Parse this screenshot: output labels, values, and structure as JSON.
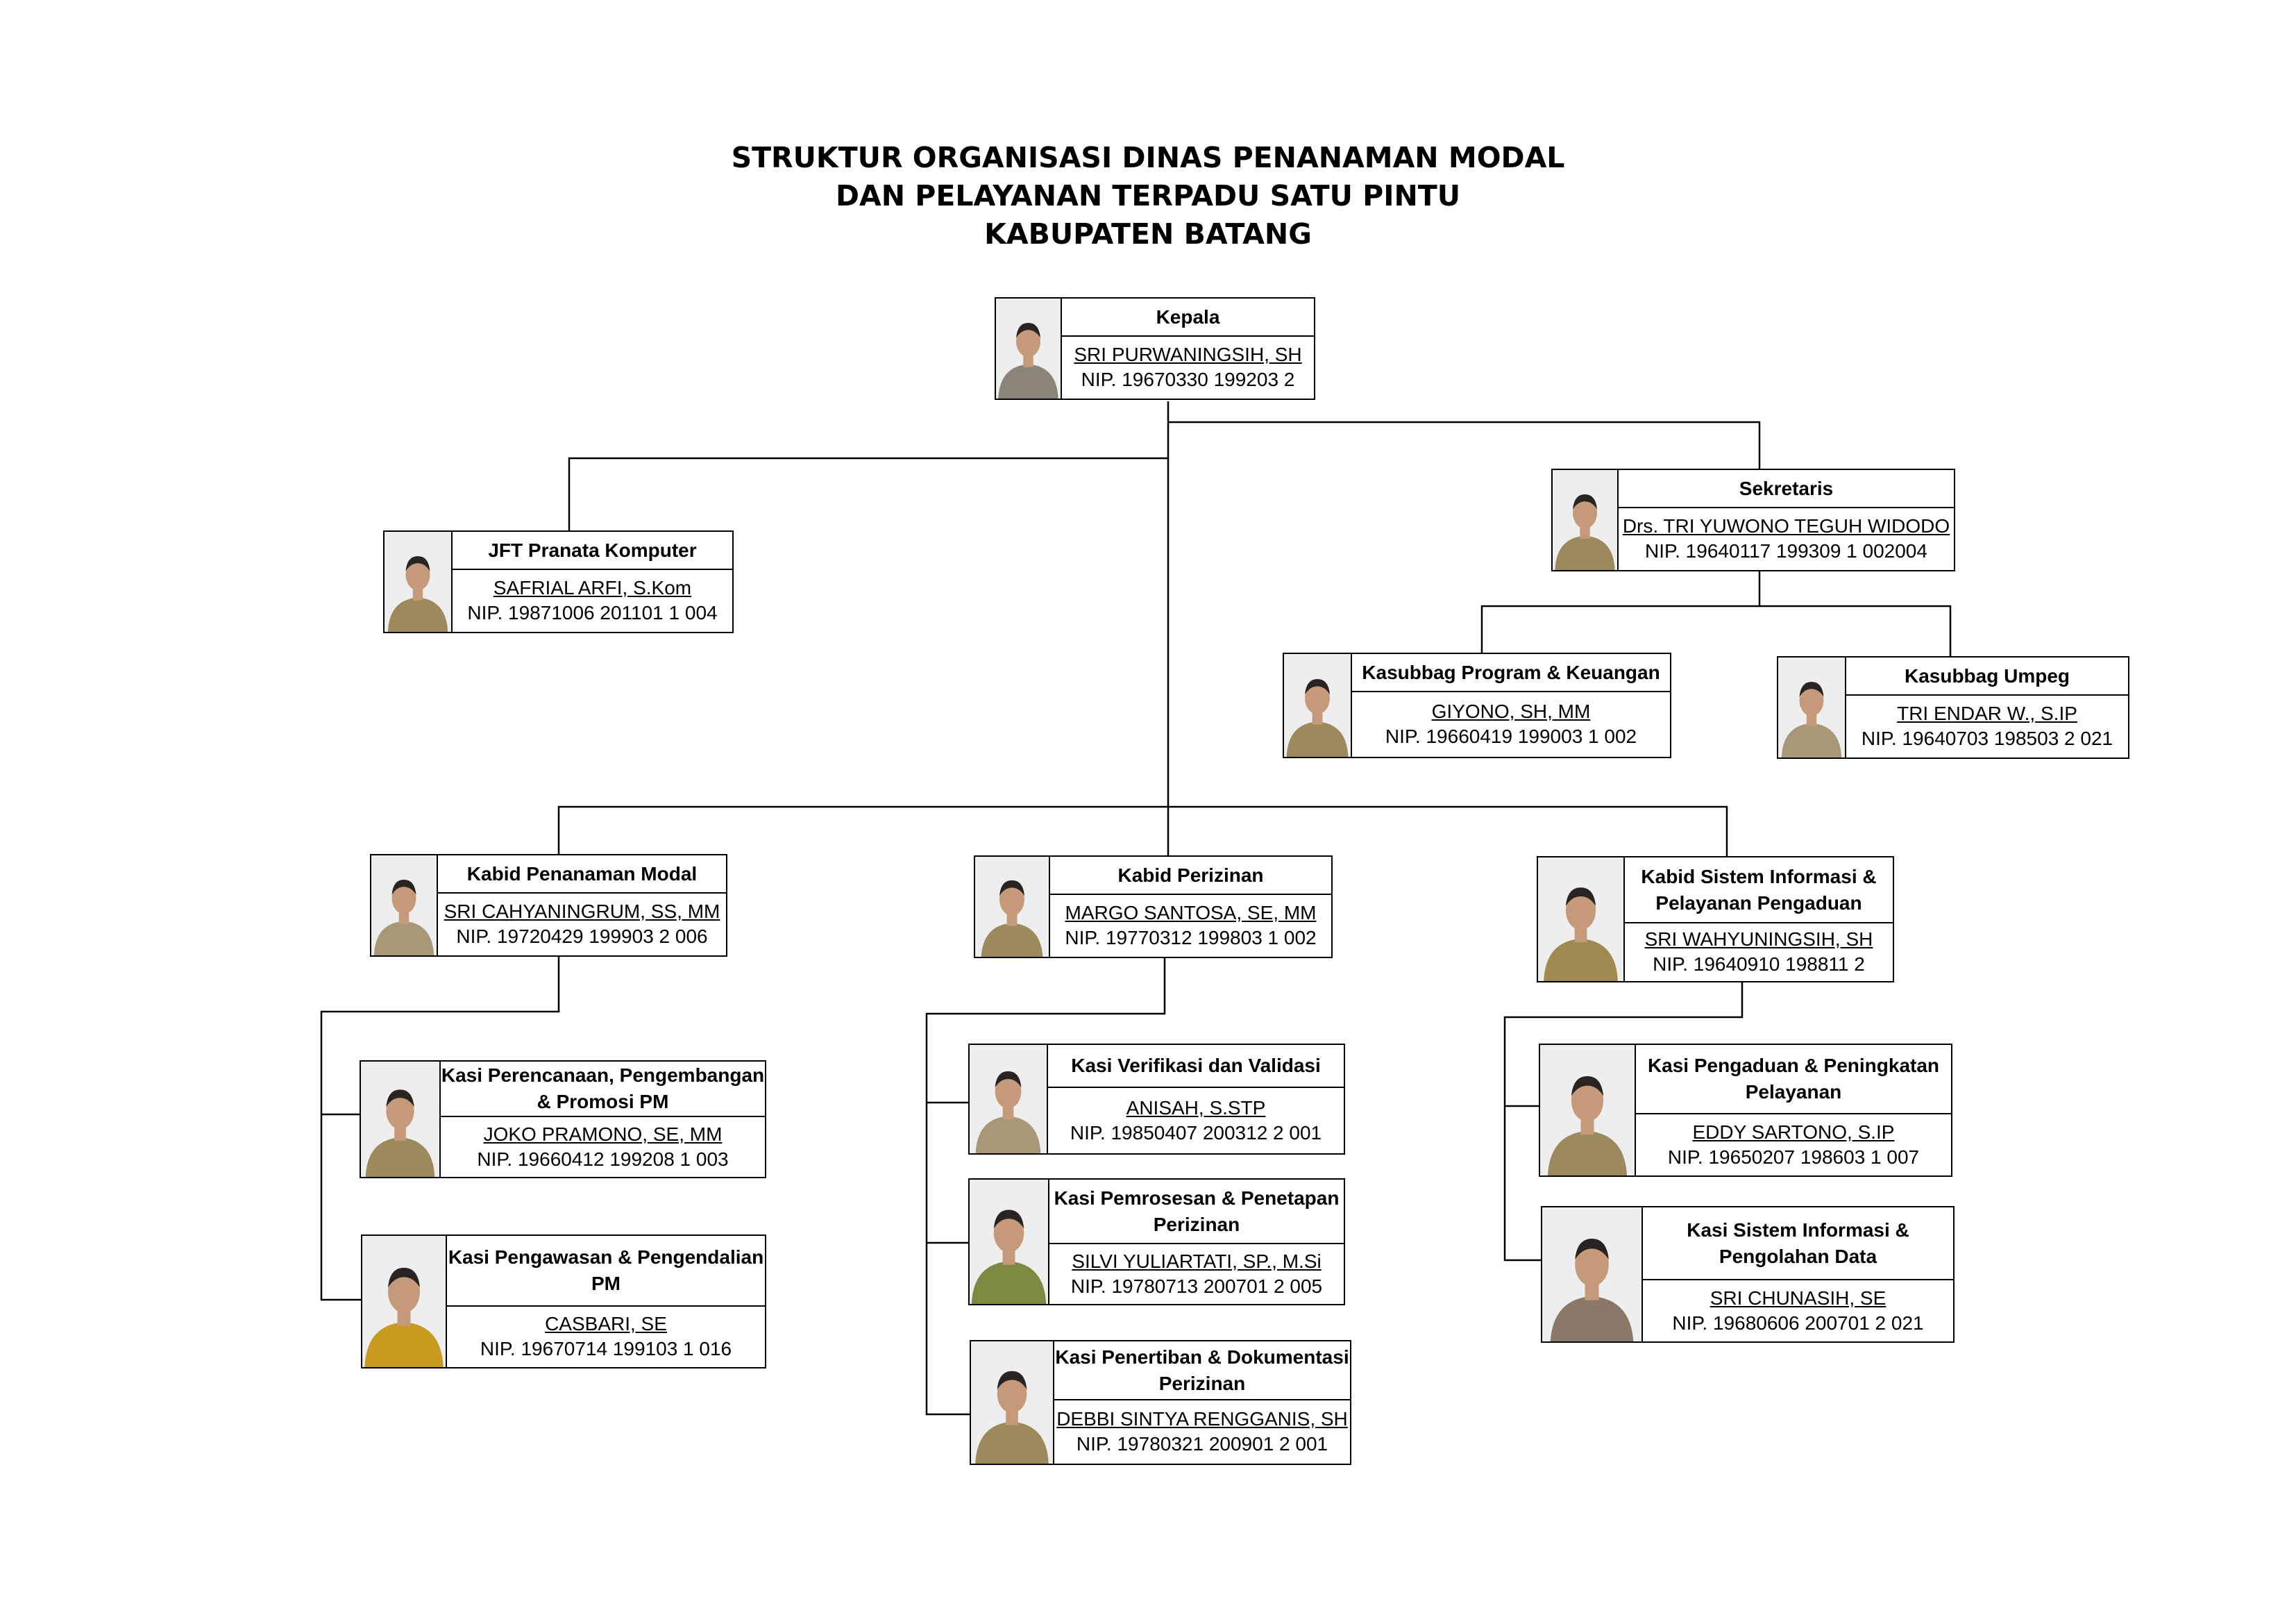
{
  "title_lines": [
    "STRUKTUR ORGANISASI DINAS PENANAMAN MODAL",
    "DAN PELAYANAN TERPADU SATU PINTU",
    "KABUPATEN BATANG"
  ],
  "positions": [
    {
      "id": "kepala",
      "role": "Kepala",
      "name": "SRI PURWANINGSIH, SH",
      "nip": "NIP. 19670330 199203 2"
    },
    {
      "id": "jft",
      "role": "JFT Pranata Komputer",
      "name": "SAFRIAL ARFI, S.Kom",
      "nip": "NIP. 19871006 201101 1 004"
    },
    {
      "id": "sekretaris",
      "role": "Sekretaris",
      "name": "Drs. TRI YUWONO TEGUH WIDODO",
      "nip": "NIP. 19640117 199309 1 002004"
    },
    {
      "id": "kasubbag-program",
      "role": "Kasubbag Program & Keuangan",
      "name": "GIYONO, SH, MM",
      "nip": "NIP. 19660419 199003 1 002"
    },
    {
      "id": "kasubbag-umpeg",
      "role": "Kasubbag Umpeg",
      "name": "TRI ENDAR W., S.IP",
      "nip": "NIP. 19640703 198503 2 021"
    },
    {
      "id": "kabid-penanaman",
      "role": "Kabid Penanaman Modal",
      "name": "SRI CAHYANINGRUM, SS, MM",
      "nip": "NIP. 19720429 199903 2 006"
    },
    {
      "id": "kabid-perizinan",
      "role": "Kabid Perizinan",
      "name": "MARGO SANTOSA, SE, MM",
      "nip": "NIP. 19770312 199803 1 002"
    },
    {
      "id": "kabid-sistem",
      "role": "Kabid Sistem Informasi & Pelayanan Pengaduan",
      "name": "SRI WAHYUNINGSIH, SH",
      "nip": "NIP. 19640910 198811 2"
    },
    {
      "id": "kasi-perencanaan",
      "role": "Kasi Perencanaan, Pengembangan & Promosi PM",
      "name": "JOKO PRAMONO, SE, MM",
      "nip": "NIP. 19660412 199208 1 003"
    },
    {
      "id": "kasi-pengawasan",
      "role": "Kasi Pengawasan & Pengendalian PM",
      "name": "CASBARI, SE",
      "nip": "NIP. 19670714 199103 1 016"
    },
    {
      "id": "kasi-verifikasi",
      "role": "Kasi Verifikasi dan Validasi",
      "name": "ANISAH, S.STP",
      "nip": "NIP. 19850407 200312 2 001"
    },
    {
      "id": "kasi-pemrosesan",
      "role": "Kasi Pemrosesan & Penetapan Perizinan",
      "name": "SILVI YULIARTATI, SP., M.Si",
      "nip": "NIP. 19780713 200701 2 005"
    },
    {
      "id": "kasi-penertiban",
      "role": "Kasi Penertiban & Dokumentasi Perizinan",
      "name": "DEBBI SINTYA RENGGANIS, SH",
      "nip": "NIP. 19780321 200901 2 001"
    },
    {
      "id": "kasi-pengaduan",
      "role": "Kasi Pengaduan & Peningkatan Pelayanan",
      "name": "EDDY SARTONO, S.IP",
      "nip": "NIP. 19650207 198603 1 007"
    },
    {
      "id": "kasi-sistem",
      "role": "Kasi Sistem Informasi & Pengolahan Data",
      "name": "SRI CHUNASIH, SE",
      "nip": "NIP. 19680606 200701 2 021"
    }
  ],
  "photo_icon": "person-portrait-photo"
}
